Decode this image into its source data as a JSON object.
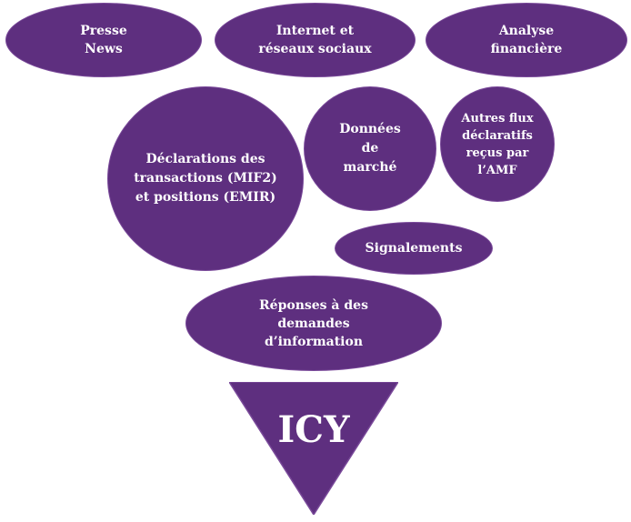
{
  "colors": {
    "node_fill": "#5e2f7f",
    "node_border": "#7a4a9a",
    "text": "#ffffff"
  },
  "diagram": {
    "sources": {
      "presse": "Presse\nNews",
      "internet": "Internet et\nréseaux sociaux",
      "analyse": "Analyse\nfinancière",
      "declarations": "Déclarations des\ntransactions (MIF2)\net positions (EMIR)",
      "donnees": "Données\nde\nmarché",
      "autres": "Autres flux\ndéclaratifs\nreçus par\nl’AMF",
      "signalements": "Signalements",
      "reponses": "Réponses à des\ndemandes\nd’information"
    },
    "funnel_label": "ICY"
  }
}
